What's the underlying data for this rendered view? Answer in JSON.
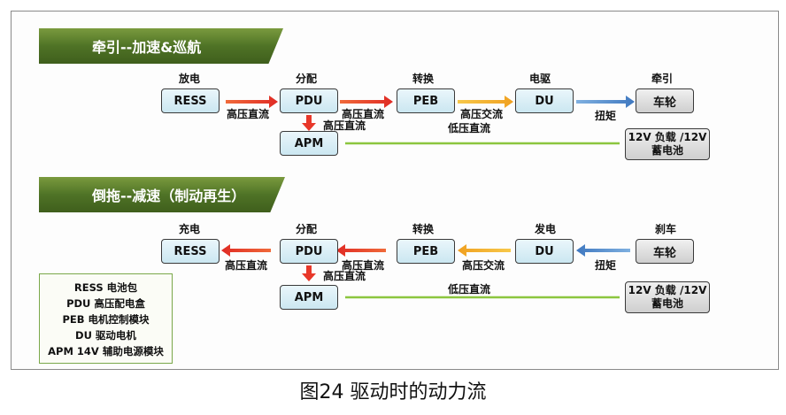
{
  "section1": {
    "title": "牵引--加速&巡航",
    "nodes": {
      "ress": "RESS",
      "pdu": "PDU",
      "peb": "PEB",
      "du": "DU",
      "wheel": "车轮",
      "apm": "APM",
      "load_l1": "12V 负载 /12V",
      "load_l2": "蓄电池"
    },
    "labels": {
      "ress": "放电",
      "pdu": "分配",
      "peb": "转换",
      "du": "电驱",
      "wheel": "牵引"
    },
    "edges": {
      "ress_pdu": "高压直流",
      "pdu_apm": "高压直流",
      "pdu_peb": "高压直流",
      "peb_du": "高压交流",
      "apm_load": "低压直流",
      "du_wheel": "扭矩"
    }
  },
  "section2": {
    "title": "倒拖--减速（制动再生）",
    "nodes": {
      "ress": "RESS",
      "pdu": "PDU",
      "peb": "PEB",
      "du": "DU",
      "wheel": "车轮",
      "apm": "APM",
      "load_l1": "12V 负载 /12V",
      "load_l2": "蓄电池"
    },
    "labels": {
      "ress": "充电",
      "pdu": "分配",
      "peb": "转换",
      "du": "发电",
      "wheel": "刹车"
    },
    "edges": {
      "pdu_ress": "高压直流",
      "pdu_apm": "高压直流",
      "peb_pdu": "高压直流",
      "du_peb": "高压交流",
      "apm_load": "低压直流",
      "wheel_du": "扭矩"
    }
  },
  "legend": {
    "items": [
      "RESS  电池包",
      "PDU  高压配电盒",
      "PEB  电机控制模块",
      "DU  驱动电机",
      "APM  14V 辅助电源模块"
    ]
  },
  "caption": "图24 驱动时的动力流",
  "colors": {
    "hv_dc": "#e8382a",
    "hv_ac": "#f5b82e",
    "lv_dc": "#8cc63f",
    "torque": "#4f8fd0",
    "header": "#4f7326"
  }
}
